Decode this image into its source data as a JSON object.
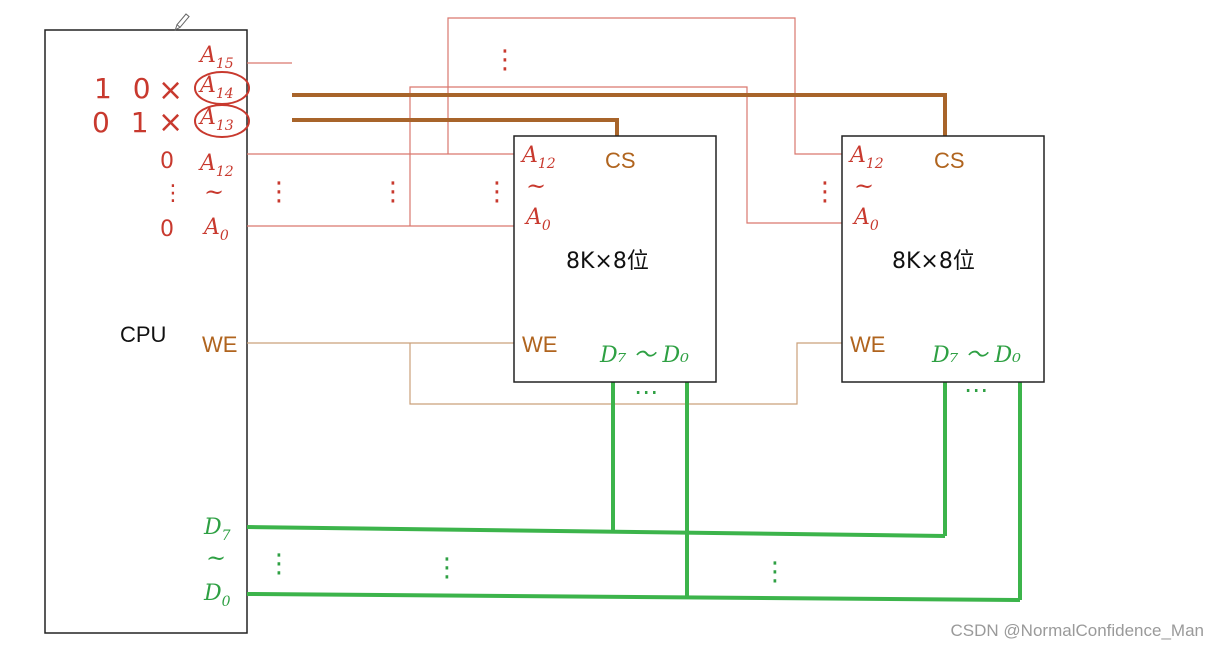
{
  "cpu": {
    "title": "CPU",
    "pins": {
      "a15": "A",
      "a15_sub": "15",
      "a14": "A",
      "a14_sub": "14",
      "a13": "A",
      "a13_sub": "13",
      "a12": "A",
      "a12_sub": "12",
      "tilde": "~",
      "a0": "A",
      "a0_sub": "0",
      "we": "WE",
      "d7": "D",
      "d7_sub": "7",
      "d0": "D",
      "d0_sub": "0"
    }
  },
  "annotations": {
    "row1_digits": "1 0",
    "row1_mark": "×",
    "row2_digits": "0 1",
    "row2_mark": "×",
    "zero_top": "0",
    "zero_bottom": "0",
    "vdots": "⋮"
  },
  "chips": [
    {
      "capacity": "8K×8位",
      "cs": "CS",
      "we": "WE",
      "a12": "A",
      "a12_sub": "12",
      "tilde": "~",
      "a0": "A",
      "a0_sub": "0",
      "data": "D₇ ～ D₀"
    },
    {
      "capacity": "8K×8位",
      "cs": "CS",
      "we": "WE",
      "a12": "A",
      "a12_sub": "12",
      "tilde": "~",
      "a0": "A",
      "a0_sub": "0",
      "data": "D₇ ～ D₀"
    }
  ],
  "bus_dots": "⋯",
  "watermark": "CSDN @NormalConfidence_Man",
  "colors": {
    "address": "#c8392e",
    "address_thin": "#d9776e",
    "cs_line": "#a8642a",
    "we_line": "#caa07a",
    "we_text": "#b0641e",
    "data": "#3cb44b",
    "data_text": "#2ea043",
    "box": "#222222"
  }
}
